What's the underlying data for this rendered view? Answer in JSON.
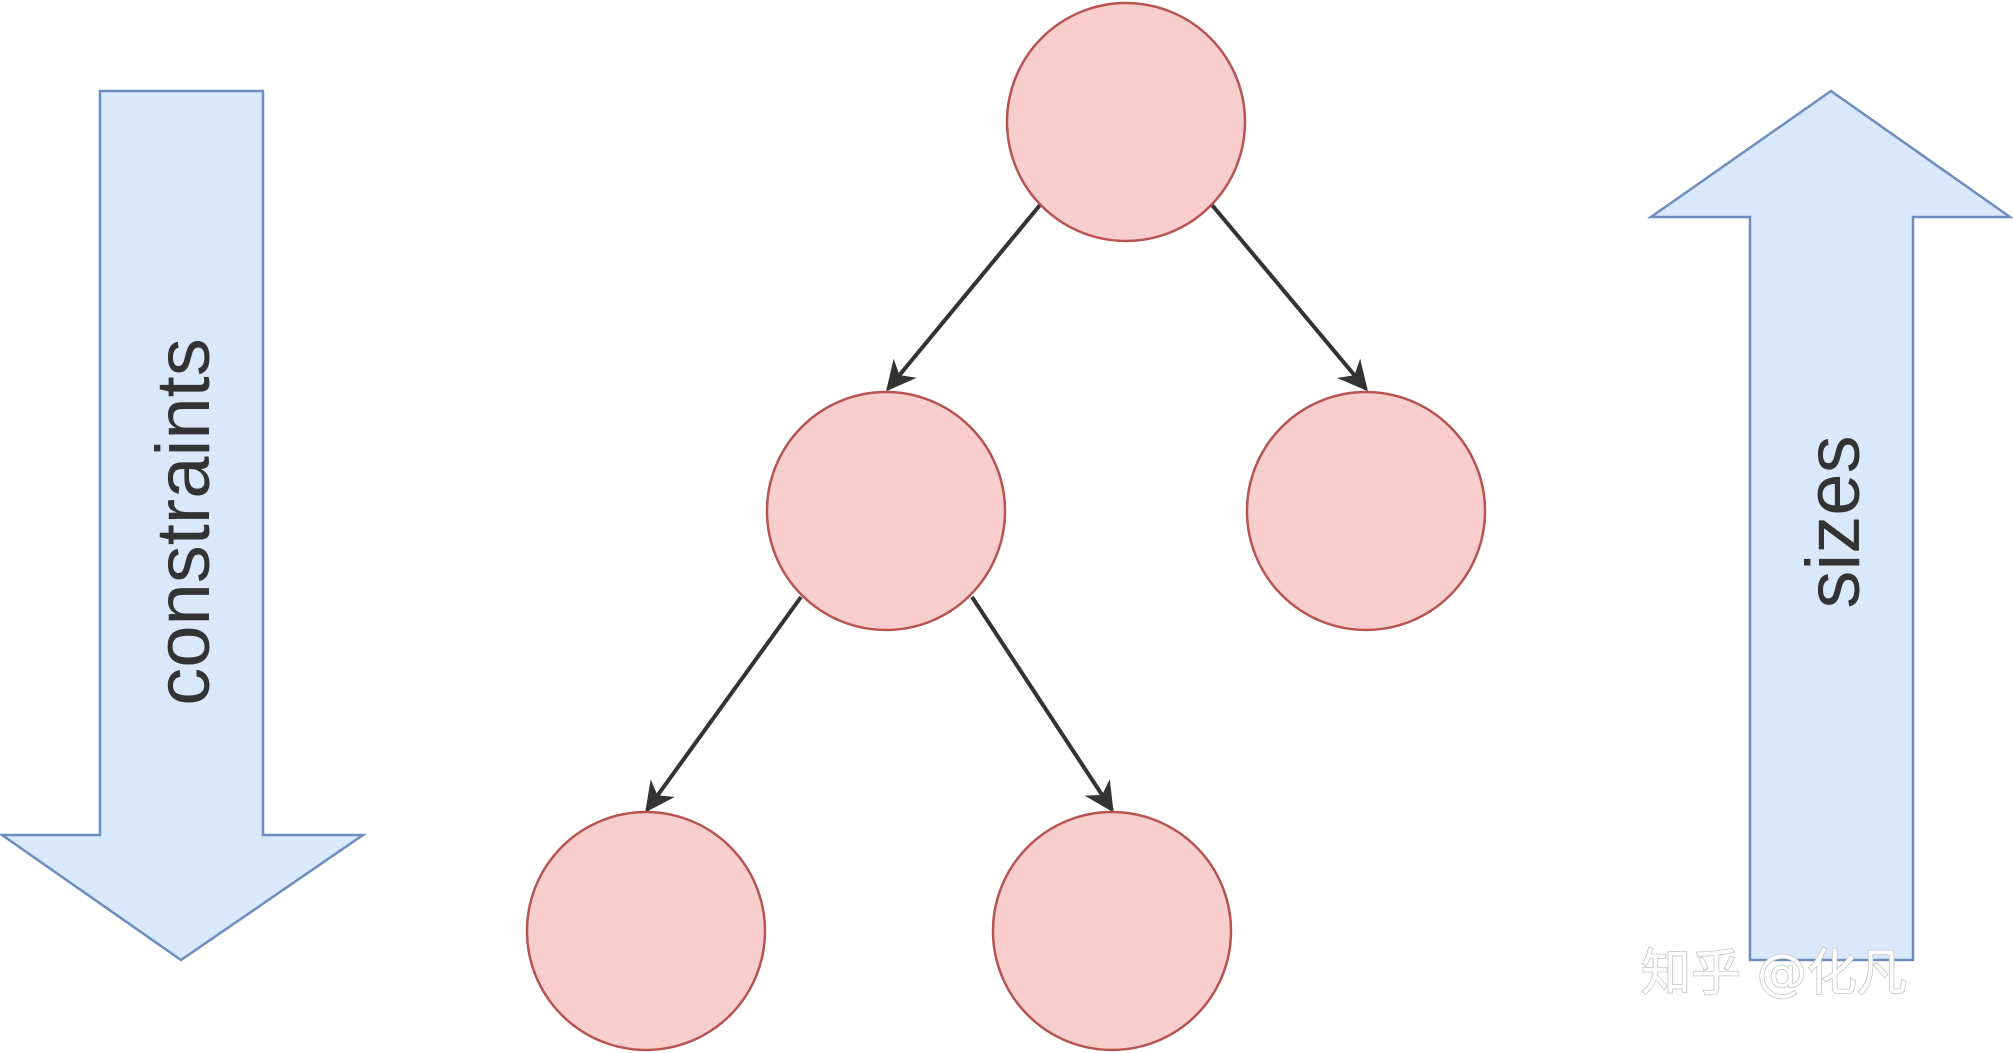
{
  "left_arrow": {
    "label": "constraints"
  },
  "right_arrow": {
    "label": "sizes"
  },
  "watermark": "知乎 @化凡",
  "colors": {
    "node_fill": "#f8cecc",
    "node_stroke": "#b85450",
    "arrow_fill": "#dae8fc",
    "arrow_stroke": "#6c8ebf",
    "edge": "#333333",
    "label": "#333333"
  }
}
